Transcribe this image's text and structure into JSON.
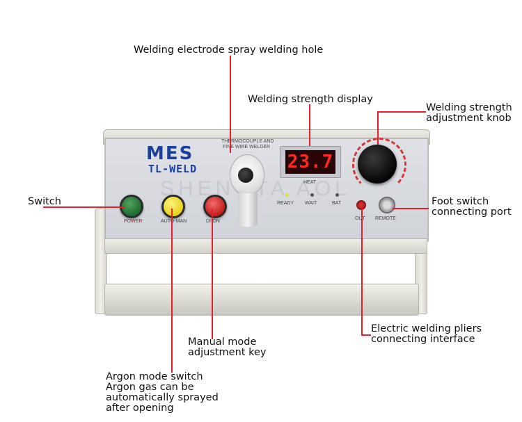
{
  "callouts": {
    "spray_hole": "Welding electrode spray welding hole",
    "strength_display": "Welding strength display",
    "adjustment_knob": [
      "Welding strength",
      "adjustment knob"
    ],
    "switch": "Switch",
    "foot_switch": [
      "Foot switch",
      "connecting port"
    ],
    "pliers_interface": [
      "Electric welding pliers",
      "connecting interface"
    ],
    "manual_key": [
      "Manual mode",
      "adjustment key"
    ],
    "argon_switch": [
      "Argon mode switch",
      "Argon gas can be",
      "automatically sprayed",
      "after opening"
    ]
  },
  "device": {
    "brand": "MES",
    "model": "TL-WELD",
    "subtitle": [
      "THERMOCOUPLE AND",
      "FINE WIRE WELDER"
    ],
    "watermark": "SHENGTA AOL",
    "display_value": "23.7",
    "heat_label": "HEAT",
    "indicators": [
      "READY",
      "WAIT",
      "BAT"
    ],
    "buttons": [
      "POWER",
      "AUTO-MAN",
      "DI-ON"
    ],
    "jacks": [
      "OUT",
      "REMOTE"
    ]
  },
  "colors": {
    "leader": "#e61e2a",
    "brand": "#1c3f9a",
    "display_digits": "#ff2a20",
    "power_button": "#1f6b2d",
    "auto_button": "#e8d21c",
    "dion_button": "#c41e1e"
  }
}
